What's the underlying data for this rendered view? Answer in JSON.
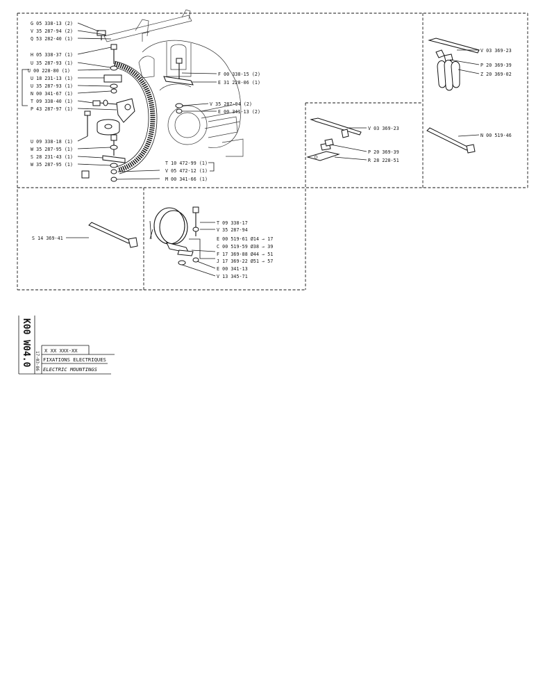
{
  "sheet": {
    "reference": "K00 W04.0",
    "date": "17-03-86",
    "part_number": "X XX XXX-XX",
    "title_fr": "FIXATIONS ELECTRIQUES",
    "title_en": "ELECTRIC MOUNTINGS"
  },
  "panel_engine": {
    "labels": [
      "G 05 338-13 (2)",
      "V 35 287-94 (2)",
      "Q 53 282-40 (1)",
      "H 05 338-37 (1)",
      "U 35 287-93 (1)",
      "U 00 228-80 (1)",
      "U 18 231-13 (1)",
      "U 35 287-93 (1)",
      "N 00 341-67 (1)",
      "T 09 338-40 (1)",
      "P 43 287-97 (1)",
      "F 00 338-15 (2)",
      "E 31 228-06 (1)",
      "V 35 287-94 (2)",
      "E 00 341-13 (2)",
      "U 09 338-18 (1)",
      "W 35 287-95 (1)",
      "S 28 231-43 (1)",
      "W 35 287-95 (1)",
      "T 10 472-99 (1)",
      "V 05 472-12 (1)",
      "M 00 341-66 (1)"
    ]
  },
  "panel_top_right": {
    "labels": [
      "V 03 369-23",
      "P 20 369-39",
      "Z 20 369-02"
    ]
  },
  "panel_mid": {
    "labels": [
      "V 03 369-23",
      "P 20 369-39",
      "R 28 228-51"
    ]
  },
  "panel_right": {
    "labels": [
      "N 00 519-46"
    ]
  },
  "panel_tie": {
    "labels": [
      "S 14 369-41"
    ]
  },
  "panel_clamp": {
    "labels": [
      "T 09 338-17",
      "V 35 287-94",
      "E 00 519-61 Ø14 → 17",
      "C 00 519-59 Ø38 → 39",
      "F 17 369-88 Ø44 → 51",
      "J 17 369-22 Ø51 → 57",
      "E 00 341-13",
      "V 13 345-71"
    ]
  }
}
